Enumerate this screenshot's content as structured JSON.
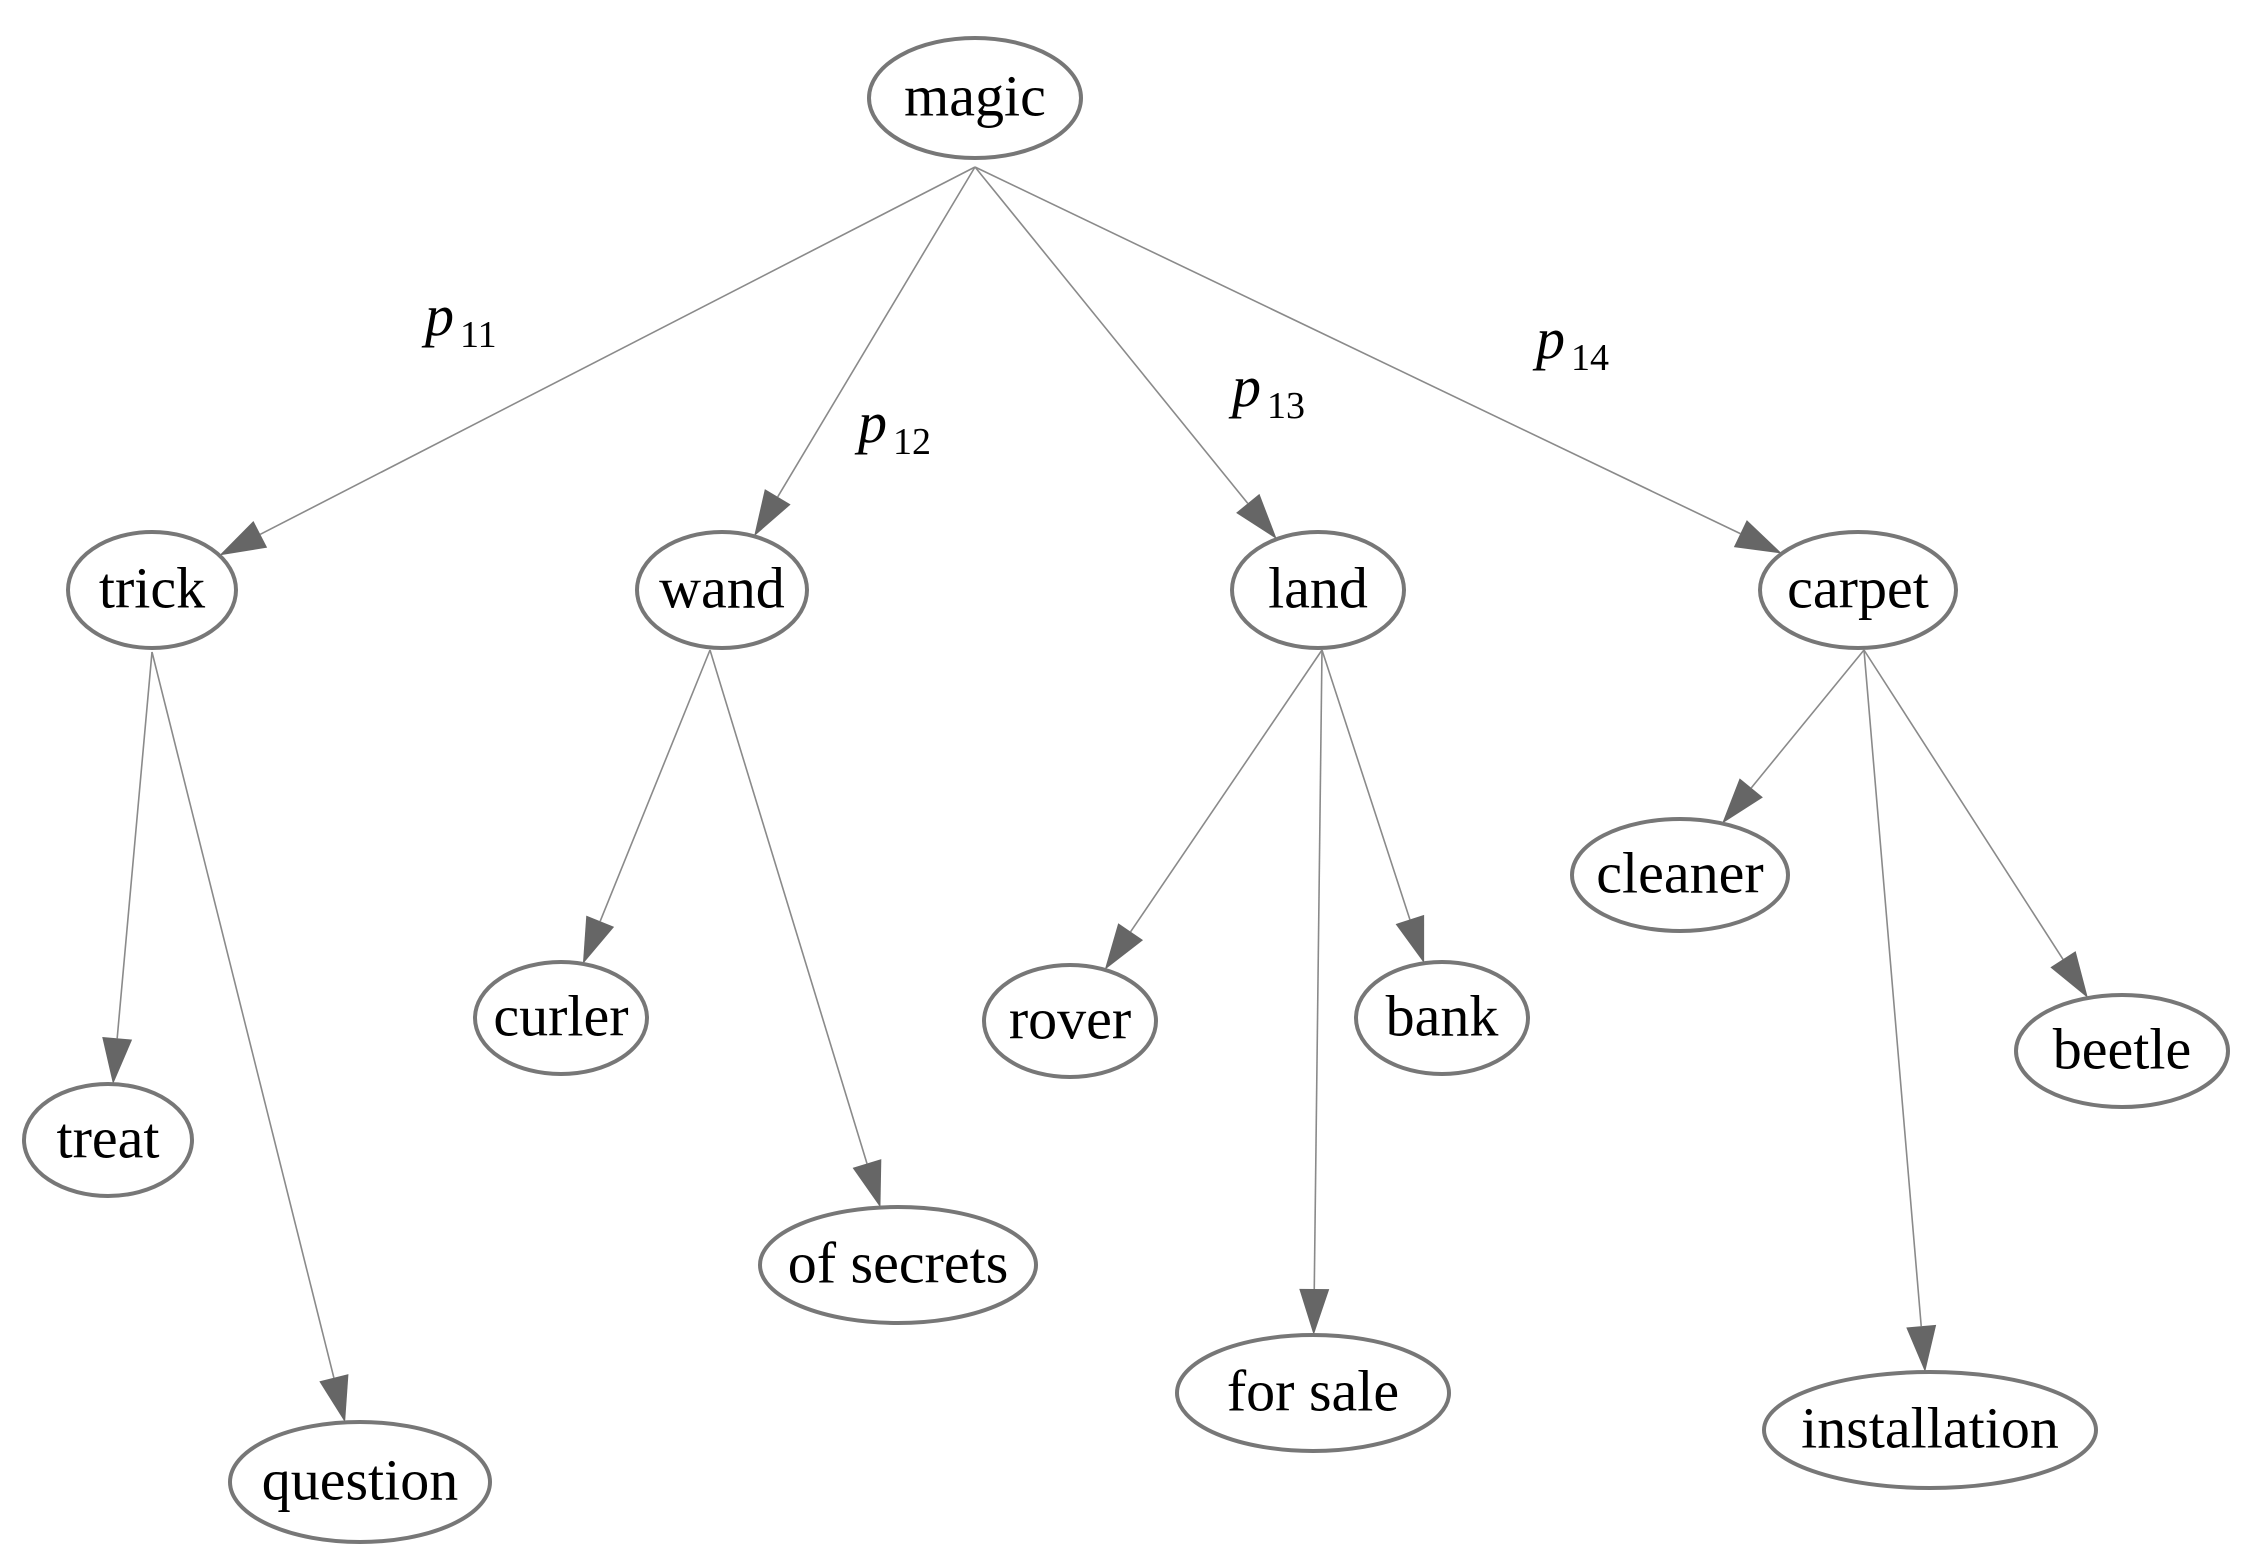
{
  "diagram": {
    "type": "tree",
    "nodes": [
      {
        "id": "magic",
        "label": "magic"
      },
      {
        "id": "trick",
        "label": "trick"
      },
      {
        "id": "wand",
        "label": "wand"
      },
      {
        "id": "land",
        "label": "land"
      },
      {
        "id": "carpet",
        "label": "carpet"
      },
      {
        "id": "treat",
        "label": "treat"
      },
      {
        "id": "question",
        "label": "question"
      },
      {
        "id": "curler",
        "label": "curler"
      },
      {
        "id": "of_secrets",
        "label": "of secrets"
      },
      {
        "id": "rover",
        "label": "rover"
      },
      {
        "id": "bank",
        "label": "bank"
      },
      {
        "id": "for_sale",
        "label": "for sale"
      },
      {
        "id": "cleaner",
        "label": "cleaner"
      },
      {
        "id": "beetle",
        "label": "beetle"
      },
      {
        "id": "installation",
        "label": "installation"
      }
    ],
    "edges": [
      {
        "from": "magic",
        "to": "trick",
        "label_var": "p",
        "label_sub": "11"
      },
      {
        "from": "magic",
        "to": "wand",
        "label_var": "p",
        "label_sub": "12"
      },
      {
        "from": "magic",
        "to": "land",
        "label_var": "p",
        "label_sub": "13"
      },
      {
        "from": "magic",
        "to": "carpet",
        "label_var": "p",
        "label_sub": "14"
      },
      {
        "from": "trick",
        "to": "treat"
      },
      {
        "from": "trick",
        "to": "question"
      },
      {
        "from": "wand",
        "to": "curler"
      },
      {
        "from": "wand",
        "to": "of_secrets"
      },
      {
        "from": "land",
        "to": "rover"
      },
      {
        "from": "land",
        "to": "for_sale"
      },
      {
        "from": "land",
        "to": "bank"
      },
      {
        "from": "carpet",
        "to": "cleaner"
      },
      {
        "from": "carpet",
        "to": "installation"
      },
      {
        "from": "carpet",
        "to": "beetle"
      }
    ],
    "colors": {
      "node_border": "#777777",
      "edge": "#8a8a8a",
      "arrowhead": "#666666",
      "text": "#000000"
    }
  }
}
